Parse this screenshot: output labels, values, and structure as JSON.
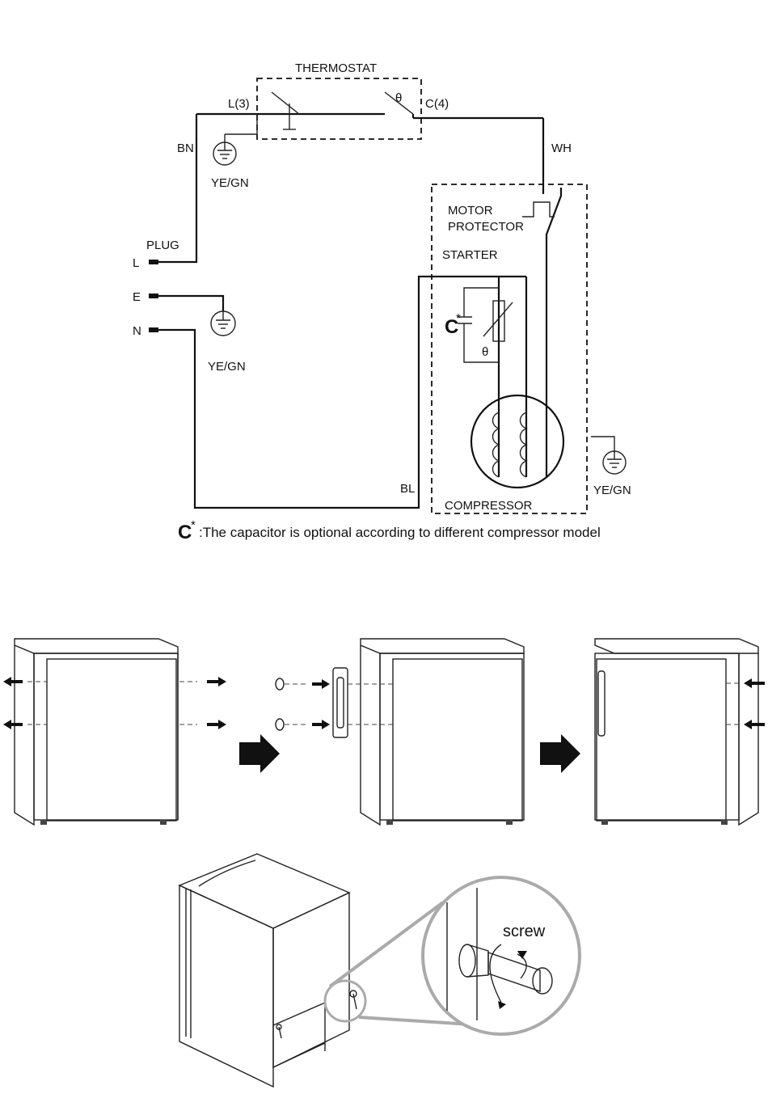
{
  "wiring_diagram": {
    "thermostat": "THERMOSTAT",
    "terminal_l3": "L(3)",
    "terminal_c4": "C(4)",
    "theta": "θ",
    "bn": "BN",
    "wh": "WH",
    "bl": "BL",
    "ye_gn": "YE/GN",
    "plug": "PLUG",
    "plug_l": "L",
    "plug_e": "E",
    "plug_n": "N",
    "motor_protector_line1": "MOTOR",
    "motor_protector_line2": "PROTECTOR",
    "starter": "STARTER",
    "capacitor": "C",
    "capacitor_star": "*",
    "compressor": "COMPRESSOR",
    "note_prefix": "C",
    "note_star": "*",
    "note_text": ":The capacitor is optional according to different compressor model"
  },
  "door_reversal": {
    "screw_label": "screw"
  }
}
